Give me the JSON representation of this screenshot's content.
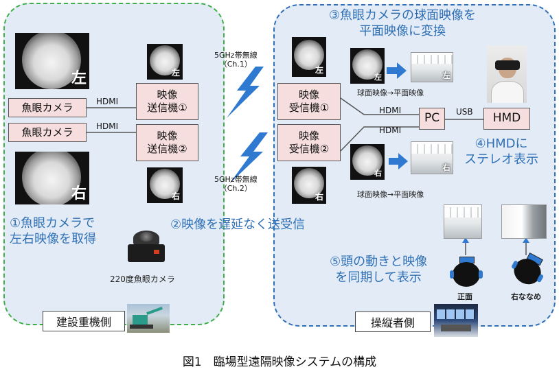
{
  "left": {
    "camera_left_label": "左",
    "camera_right_label": "右",
    "thumb_left_label": "左",
    "thumb_right_label": "右",
    "fisheye_camera_1": "魚眼カメラ",
    "fisheye_camera_2": "魚眼カメラ",
    "hdmi_1": "HDMI",
    "hdmi_2": "HDMI",
    "transmitter_1": "映像\n送信機①",
    "transmitter_2": "映像\n送信機②",
    "step_1": "①魚眼カメラで\n左右映像を取得",
    "product_caption": "220度魚眼カメラ",
    "side_label": "建設重機側"
  },
  "middle": {
    "wireless_1": "5GHz帯無線\n（Ch.1）",
    "wireless_2": "5GHz帯無線\n（Ch.2）",
    "step_2": "②映像を遅延なく送受信"
  },
  "right": {
    "step_3": "③魚眼カメラの球面映像を\n平面映像に変換",
    "thumb_left_label": "左",
    "thumb_right_label": "右",
    "conv_caption_1": "球面映像→平面映像",
    "conv_caption_2": "球面映像→平面映像",
    "receiver_1": "映像\n受信機①",
    "receiver_2": "映像\n受信機②",
    "hdmi_1": "HDMI",
    "hdmi_2": "HDMI",
    "pc": "PC",
    "usb": "USB",
    "hmd": "HMD",
    "step_4": "④HMDに\nステレオ表示",
    "step_5": "⑤頭の動きと映像\nを同期して表示",
    "front_label": "正面",
    "diagonal_label": "右ななめ",
    "side_label": "操縦者側"
  },
  "caption": "図1　臨場型遠隔映像システムの構成",
  "colors": {
    "left_border": "#3fae49",
    "right_border": "#2f6fb5",
    "panel_fill": "#e3ecf6",
    "accent_text": "#2f6fb5",
    "box_fill": "#f6dede"
  }
}
